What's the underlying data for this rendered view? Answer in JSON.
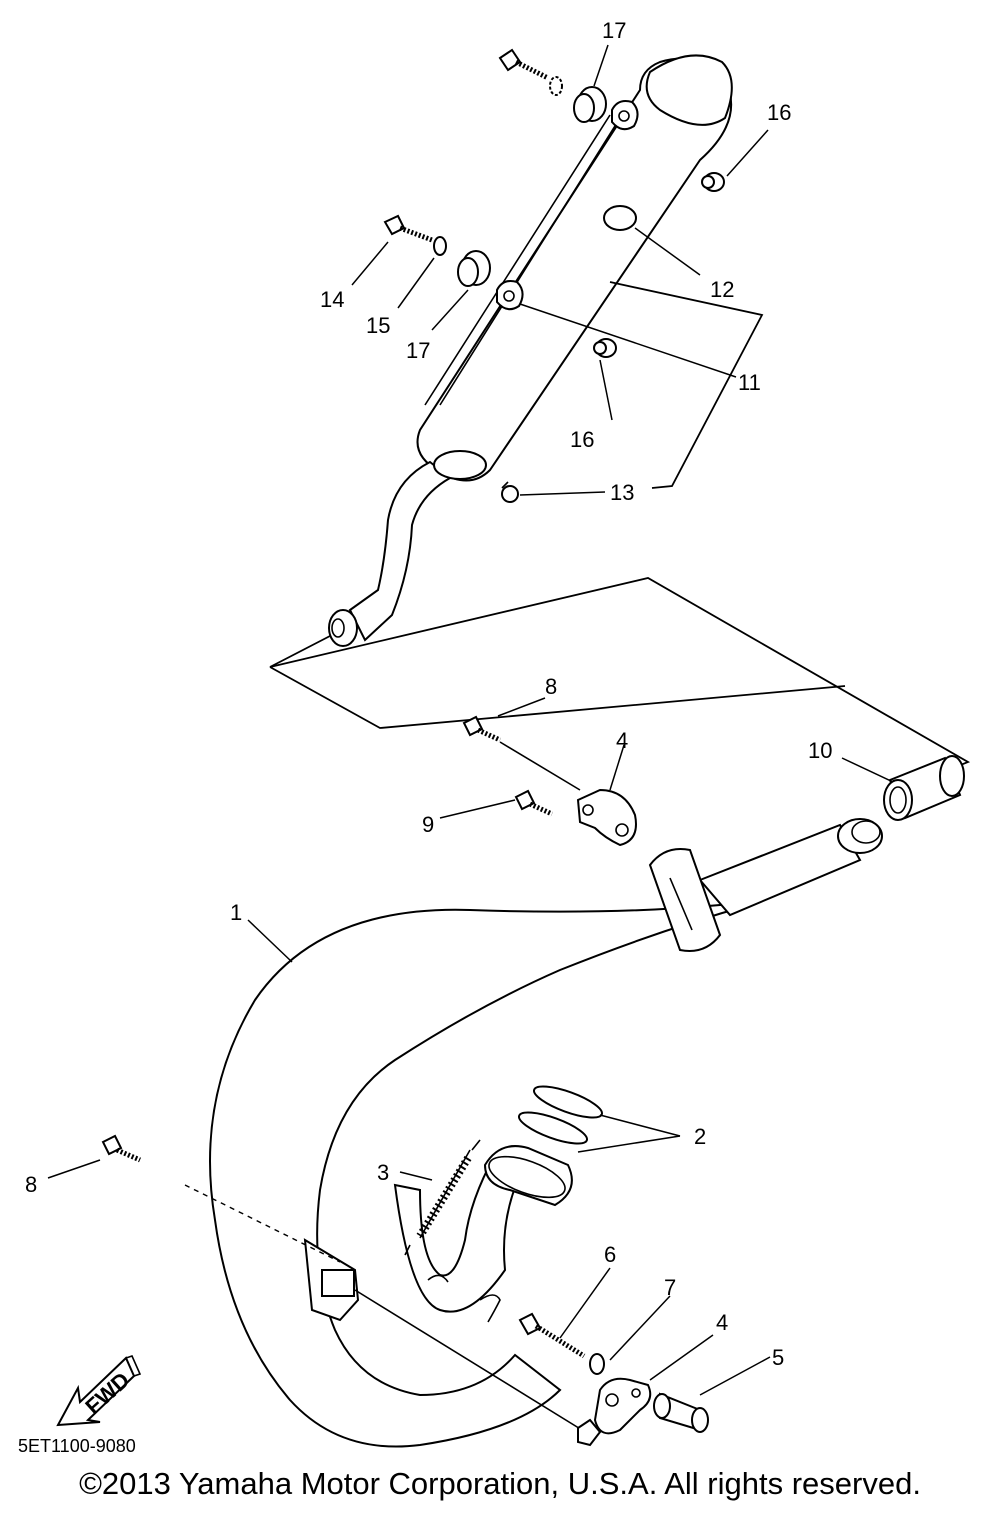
{
  "labels": {
    "p1": "1",
    "p2": "2",
    "p3": "3",
    "p4a": "4",
    "p4b": "4",
    "p5": "5",
    "p6": "6",
    "p7": "7",
    "p8a": "8",
    "p8b": "8",
    "p9": "9",
    "p10": "10",
    "p11": "11",
    "p12": "12",
    "p13": "13",
    "p14": "14",
    "p15": "15",
    "p16a": "16",
    "p16b": "16",
    "p17a": "17",
    "p17b": "17"
  },
  "fwd_label": "FWD",
  "diagram_code": "5ET1100-9080",
  "copyright": "©2013 Yamaha Motor Corporation, U.S.A. All rights reserved."
}
